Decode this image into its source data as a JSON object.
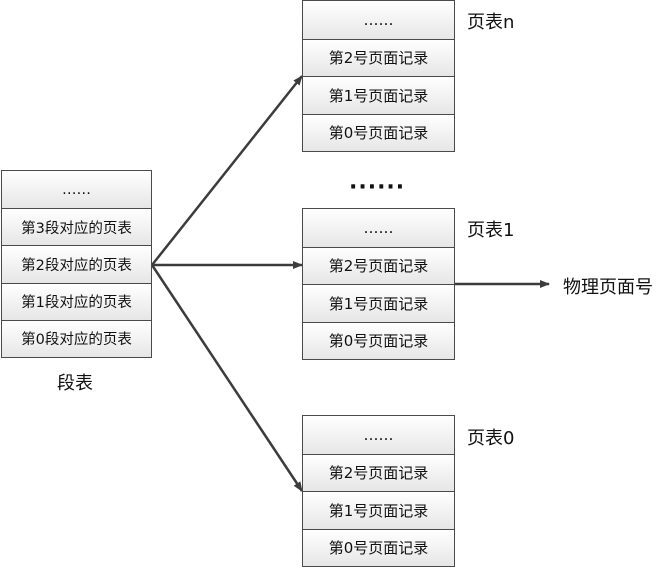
{
  "segment_table": {
    "label": "段表",
    "rows": [
      "……",
      "第3段对应的页表",
      "第2段对应的页表",
      "第1段对应的页表",
      "第0段对应的页表"
    ]
  },
  "page_tables": [
    {
      "label": "页表n",
      "rows": [
        "……",
        "第2号页面记录",
        "第1号页面记录",
        "第0号页面记录"
      ]
    },
    {
      "label": "页表1",
      "rows": [
        "……",
        "第2号页面记录",
        "第1号页面记录",
        "第0号页面记录"
      ]
    },
    {
      "label": "页表0",
      "rows": [
        "……",
        "第2号页面记录",
        "第1号页面记录",
        "第0号页面记录"
      ]
    }
  ],
  "ellipsis_between_tables": "······",
  "physical_page_label": "物理页面号",
  "colors": {
    "stroke": "#3c3c3c",
    "row_gradient_top": "#ffffff",
    "row_gradient_bottom": "#e6e6e6"
  }
}
